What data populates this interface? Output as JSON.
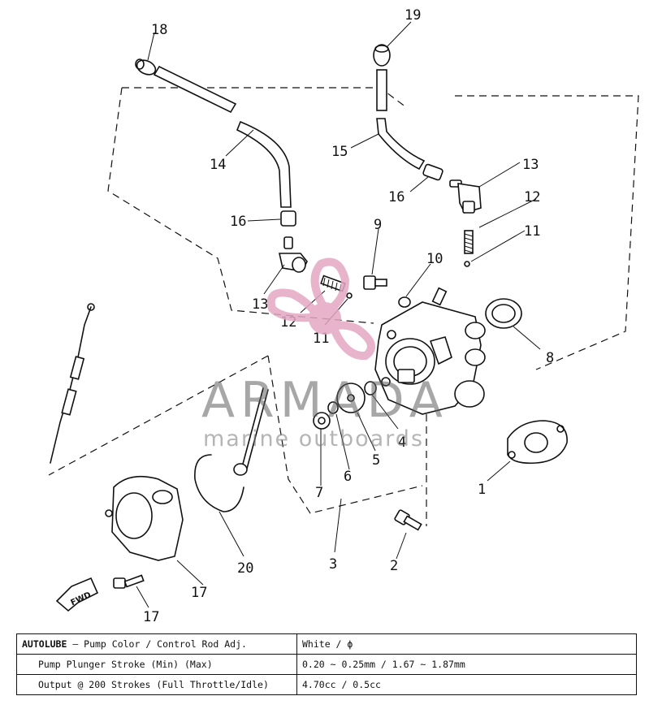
{
  "diagram": {
    "callouts": [
      "1",
      "2",
      "3",
      "4",
      "5",
      "6",
      "7",
      "8",
      "9",
      "10",
      "11",
      "11",
      "12",
      "12",
      "13",
      "13",
      "14",
      "15",
      "16",
      "16",
      "17",
      "17",
      "18",
      "19",
      "20"
    ],
    "fwd_label": "FWD"
  },
  "watermark": {
    "brand": "ARMADA",
    "tagline": "marine outboards",
    "logo_color": "#e3a7c4"
  },
  "spec_table": {
    "rows": [
      {
        "label_bold": "AUTOLUBE",
        "label_rest": " – Pump Color / Control Rod Adj.",
        "value": "White / ϕ"
      },
      {
        "label": "Pump Plunger Stroke (Min) (Max)",
        "value": "0.20 ~ 0.25mm / 1.67 ~ 1.87mm"
      },
      {
        "label": "Output @ 200 Strokes (Full Throttle/Idle)",
        "value": "4.70cc / 0.5cc"
      }
    ]
  }
}
